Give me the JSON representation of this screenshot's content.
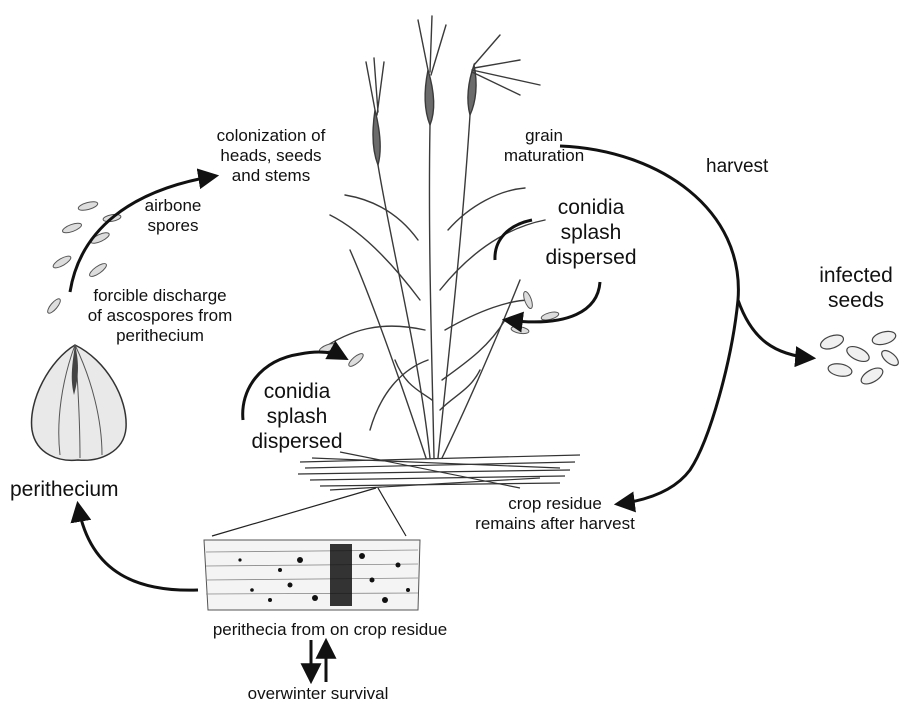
{
  "labels": {
    "colonization": "colonization of\nheads, seeds\nand stems",
    "grain_maturation": "grain\nmaturation",
    "harvest": "harvest",
    "airbone_spores": "airbone\nspores",
    "conidia_upper": "conidia\nsplash\ndispersed",
    "infected_seeds": "infected\nseeds",
    "forcible_discharge": "forcible discharge\nof ascospores from\nperithecium",
    "conidia_lower": "conidia\nsplash\ndispersed",
    "perithecium": "perithecium",
    "crop_residue": "crop residue\nremains after harvest",
    "perithecia_residue": "perithecia from on crop residue",
    "overwinter": "overwinter survival"
  },
  "colors": {
    "ink": "#111111",
    "plant": "#3a3a3a",
    "background": "#ffffff"
  }
}
